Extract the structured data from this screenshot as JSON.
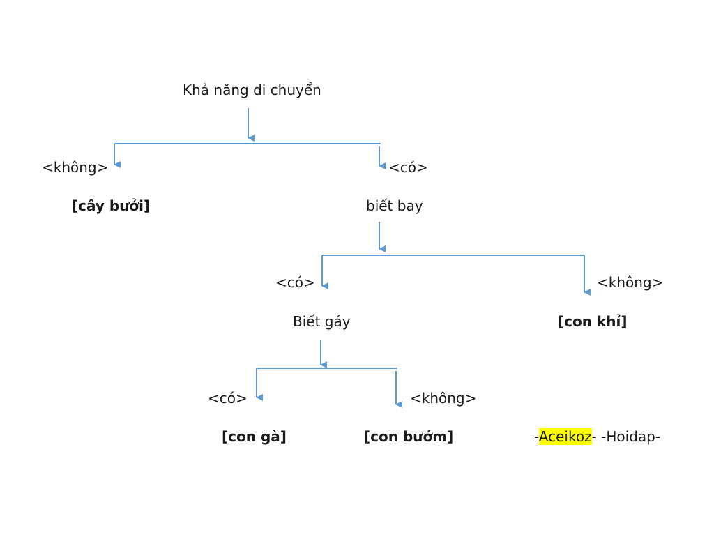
{
  "diagram": {
    "root": "Khả năng di chuyển",
    "branch_no_1": "<không>",
    "branch_yes_1": "<có>",
    "leaf_cay_buoi": "[cây bưởi]",
    "node_biet_bay": "biết bay",
    "branch_yes_2": "<có>",
    "branch_no_2": "<không>",
    "node_biet_gay": "Biết gáy",
    "leaf_con_khi": "[con khỉ]",
    "branch_yes_3": "<có>",
    "branch_no_3": "<không>",
    "leaf_con_ga": "[con gà]",
    "leaf_con_buom": "[con bướm]"
  },
  "credits": {
    "prefix": "-",
    "highlighted": "Aceikoz",
    "suffix": "- -Hoidap-",
    "highlight_color": "#ffff00"
  },
  "colors": {
    "connector": "#5b9bd5",
    "text": "#1a1a1a"
  }
}
